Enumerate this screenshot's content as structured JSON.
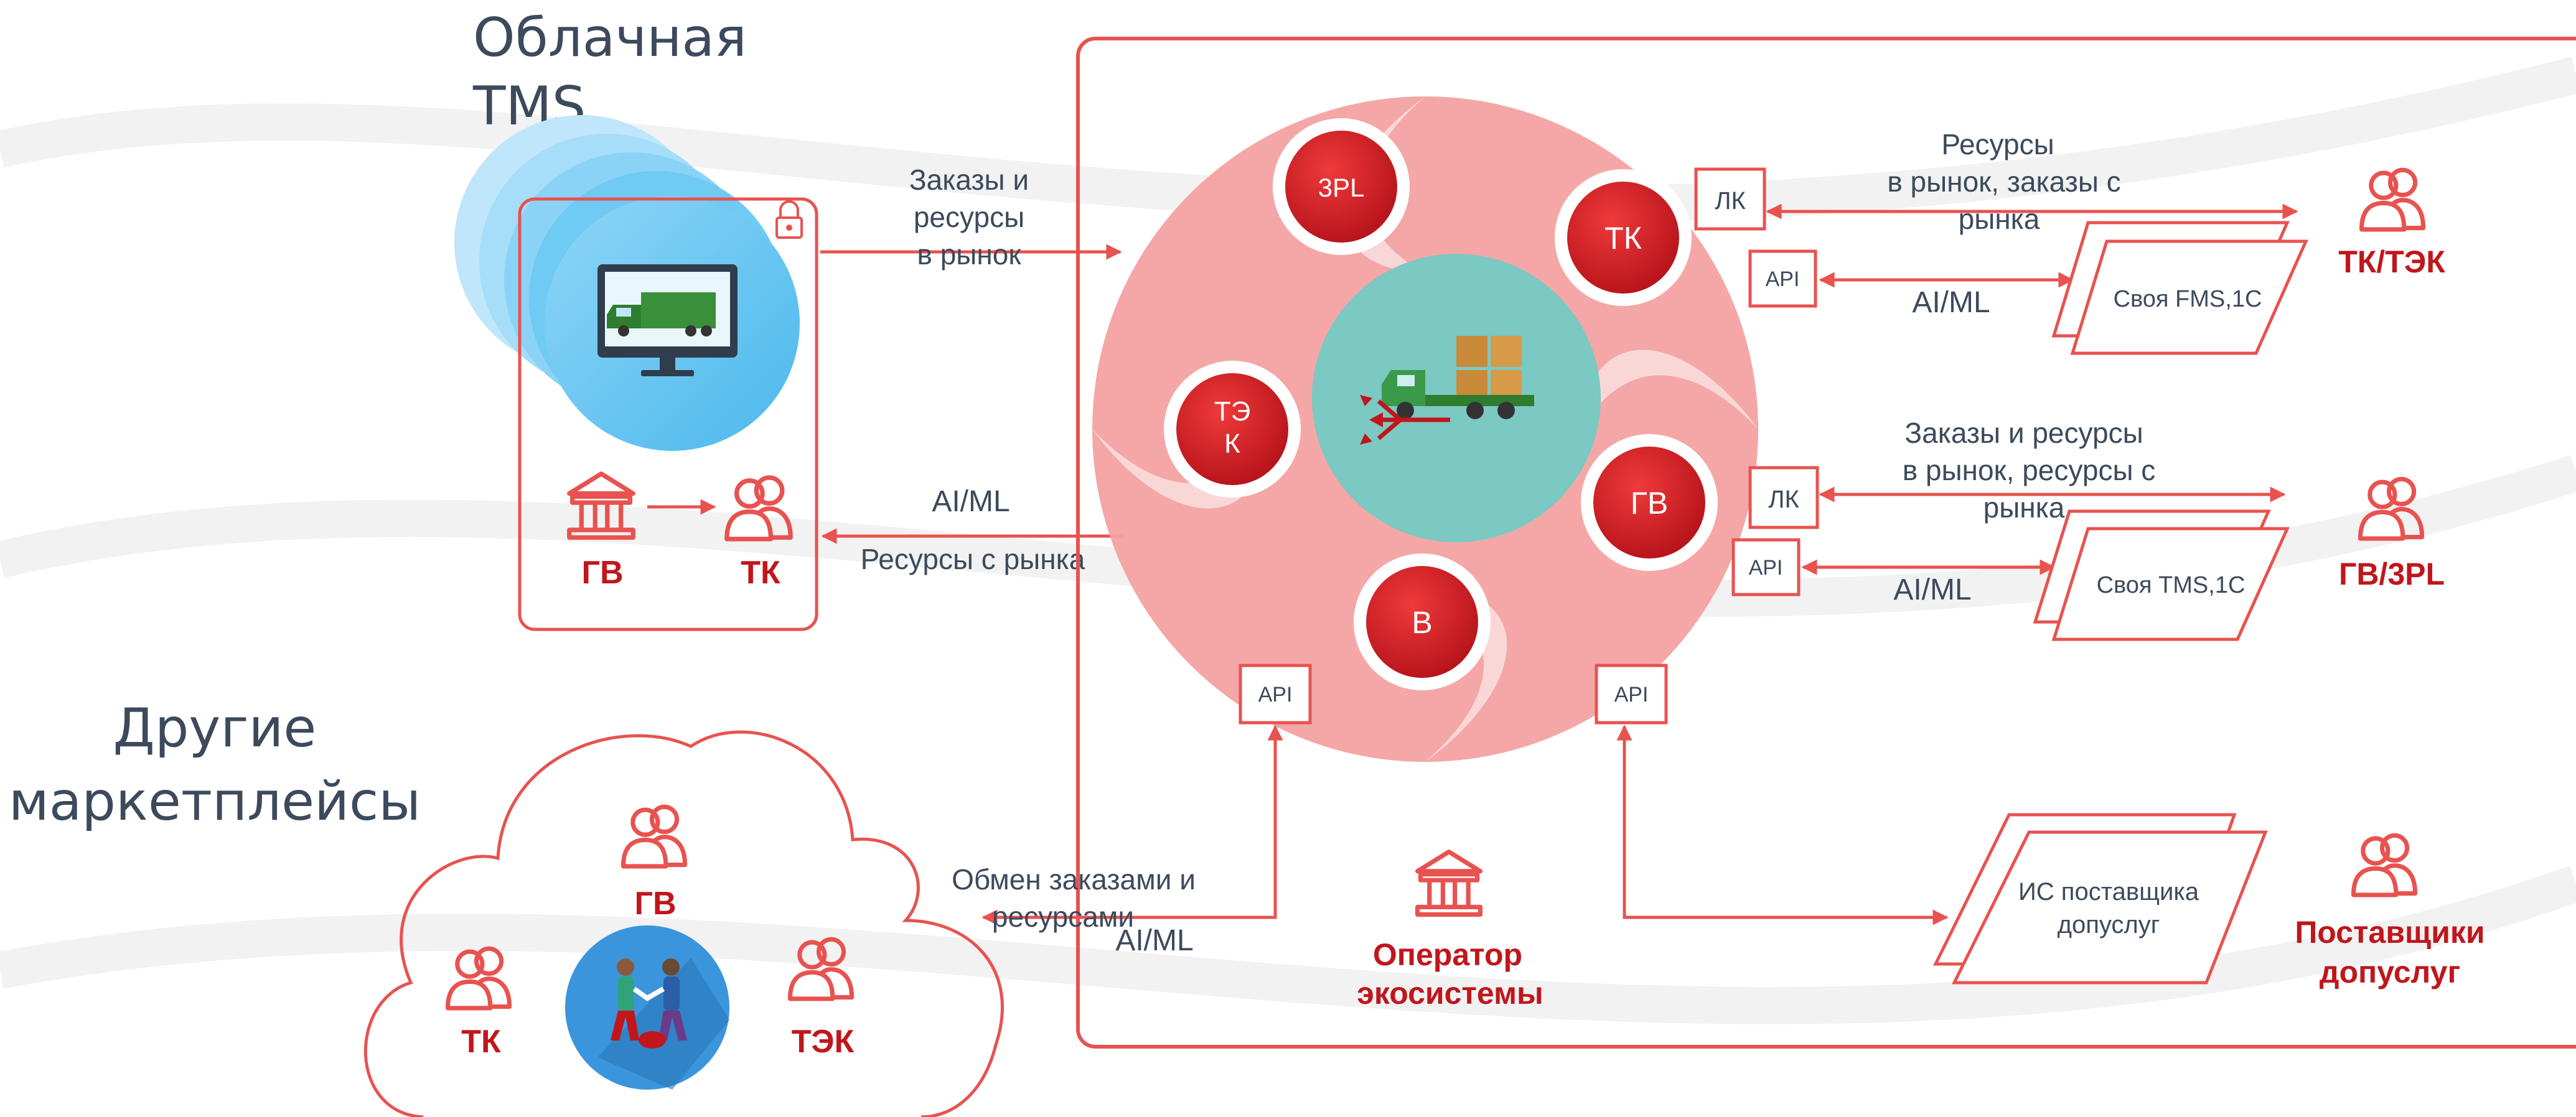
{
  "colors": {
    "accent": "#e8524f",
    "deep_red": "#c0161c",
    "pink": "#f3a2a1",
    "teal": "#7cc8c2",
    "sky": "#5ec3f0",
    "text": "#3c4a5c"
  },
  "cloud_tms": {
    "title_line1": "Облачная",
    "title_line2": "TMS",
    "role_left": "ГВ",
    "role_right": "ТК"
  },
  "arrows": {
    "orders_to_market": [
      "Заказы и",
      "ресурсы",
      "в рынок"
    ],
    "aiml_left": "AI/ML",
    "resources_from_market": "Ресурсы с рынка"
  },
  "hub": {
    "nodes": [
      "3PL",
      "ТК",
      "ТЭ",
      "К",
      "ГВ",
      "В"
    ]
  },
  "right_panel": {
    "top_row": {
      "lk_label": "ЛК",
      "api_label": "API",
      "text": [
        "Ресурсы",
        "в рынок, заказы с",
        "рынка"
      ],
      "aiml": "AI/ML",
      "system": "Своя FMS,1С",
      "role": "ТК/ТЭК"
    },
    "middle_row": {
      "lk_label": "ЛК",
      "api_label": "API",
      "text": [
        "Заказы и ресурсы",
        "в рынок, ресурсы с",
        "рынка"
      ],
      "aiml": "AI/ML",
      "system": "Своя TMS,1С",
      "role": "ГВ/3PL"
    },
    "api_left": "API",
    "api_right": "API",
    "operator": [
      "Оператор",
      "экосистемы"
    ],
    "supplier_system": [
      "ИС поставщика",
      "допуслуг"
    ],
    "supplier_role": [
      "Поставщики",
      "допуслуг"
    ]
  },
  "other_marketplaces": {
    "title_line1": "Другие",
    "title_line2": "маркетплейсы",
    "exchange": [
      "Обмен заказами и",
      "ресурсами"
    ],
    "aiml": "AI/ML",
    "roles": [
      "ГВ",
      "ТК",
      "ТЭК"
    ]
  }
}
